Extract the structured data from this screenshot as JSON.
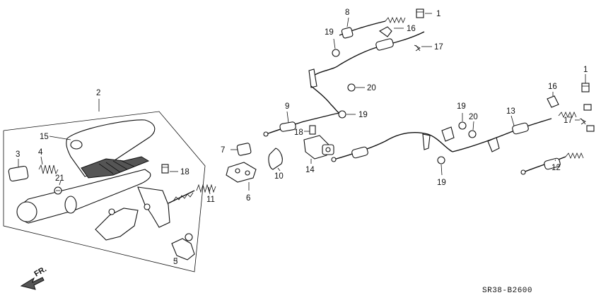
{
  "diagram": {
    "code": "SR38-B2600",
    "direction_label": "FR.",
    "callouts": [
      {
        "id": "c1a",
        "label": "1"
      },
      {
        "id": "c1b",
        "label": "1"
      },
      {
        "id": "c2",
        "label": "2"
      },
      {
        "id": "c3",
        "label": "3"
      },
      {
        "id": "c4",
        "label": "4"
      },
      {
        "id": "c5",
        "label": "5"
      },
      {
        "id": "c6",
        "label": "6"
      },
      {
        "id": "c7",
        "label": "7"
      },
      {
        "id": "c8",
        "label": "8"
      },
      {
        "id": "c9",
        "label": "9"
      },
      {
        "id": "c10",
        "label": "10"
      },
      {
        "id": "c11",
        "label": "11"
      },
      {
        "id": "c12",
        "label": "12"
      },
      {
        "id": "c13",
        "label": "13"
      },
      {
        "id": "c14",
        "label": "14"
      },
      {
        "id": "c15",
        "label": "15"
      },
      {
        "id": "c16a",
        "label": "16"
      },
      {
        "id": "c16b",
        "label": "16"
      },
      {
        "id": "c17a",
        "label": "17"
      },
      {
        "id": "c17b",
        "label": "17"
      },
      {
        "id": "c18a",
        "label": "18"
      },
      {
        "id": "c18b",
        "label": "18"
      },
      {
        "id": "c19a",
        "label": "19"
      },
      {
        "id": "c19b",
        "label": "19"
      },
      {
        "id": "c19c",
        "label": "19"
      },
      {
        "id": "c19d",
        "label": "19"
      },
      {
        "id": "c20a",
        "label": "20"
      },
      {
        "id": "c20b",
        "label": "20"
      },
      {
        "id": "c21",
        "label": "21"
      }
    ]
  }
}
